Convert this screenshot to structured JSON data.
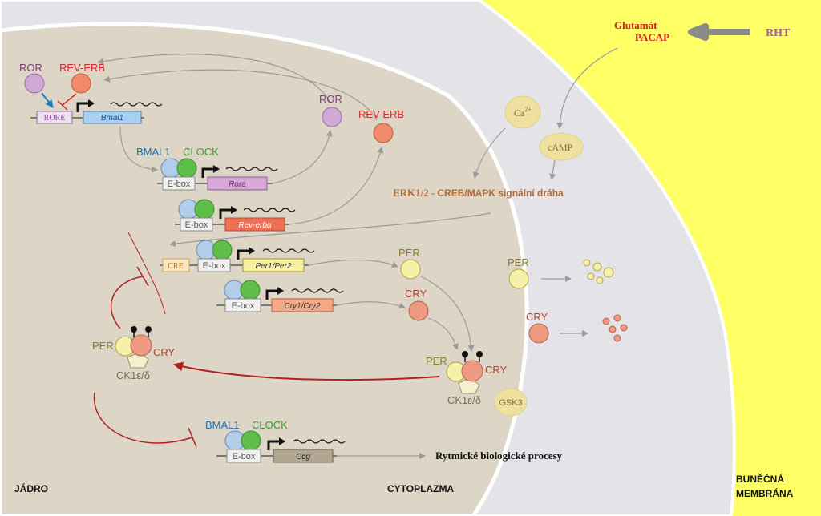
{
  "regions": {
    "nucleus": "JÁDRO",
    "cytoplasm": "CYTOPLAZMA",
    "membrane_line1": "BUNĚČNÁ",
    "membrane_line2": "MEMBRÁNA"
  },
  "inputs": {
    "glutamate": "Glutamát",
    "pacap": "PACAP",
    "rht": "RHT",
    "ca": "Ca",
    "ca_sup": "2+",
    "camp": "cAMP",
    "erk": "ERK1/2 -",
    "erk_rest": "CREB/MAPK signální dráha"
  },
  "proteins": {
    "ror": "ROR",
    "rev_erb": "REV-ERB",
    "bmal1": "BMAL1",
    "clock": "CLOCK",
    "per": "PER",
    "cry": "CRY",
    "ck1": "CK1ε/δ",
    "gsk3": "GSK3"
  },
  "elements": {
    "rore": "RORE",
    "ebox": "E-box",
    "cre": "CRE"
  },
  "genes": {
    "bmal1": "Bmal1",
    "rora": "Rora",
    "rev_erba": "Rev-erbα",
    "per12": "Per1/Per2",
    "cry12": "Cry1/Cry2",
    "ccg": "Ccg"
  },
  "output": "Rytmické biologické procesy",
  "colors": {
    "membrane": "#ffff66",
    "cytoplasm": "#e4e4e8",
    "nucleus": "#ddd6c6",
    "ror": "#cfa9d6",
    "rev_erb": "#f08a6a",
    "bmal1": "#b2cdea",
    "clock": "#5fbe4a",
    "per": "#f7f0a8",
    "cry": "#ee9a82",
    "inhibition": "#b02020"
  }
}
